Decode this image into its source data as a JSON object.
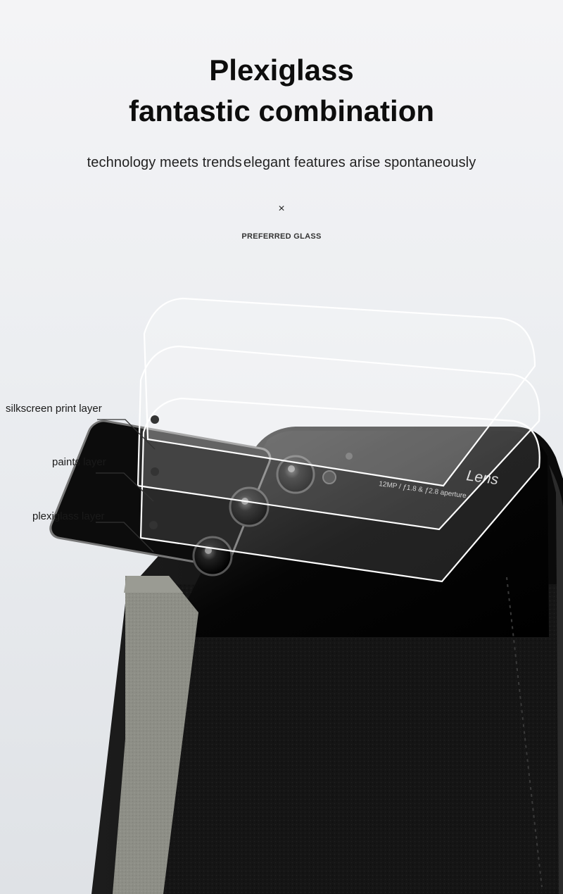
{
  "header": {
    "title_line1": "Plexiglass",
    "title_line2": "fantastic combination",
    "tagline_part1": "technology meets trends",
    "tagline_part2": "elegant features arise spontaneously",
    "separator": "×",
    "subcaption": "PREFERRED GLASS"
  },
  "layers": [
    {
      "label": "silkscreen print layer"
    },
    {
      "label": "paints layer"
    },
    {
      "label": "plexiglass layer"
    }
  ],
  "camera": {
    "lens_label": "Lens",
    "specs_text": "12MP / ƒ1.8 & ƒ2.8 aperture"
  },
  "colors": {
    "case_black": "#121212",
    "leather_gray": "#8d8e86",
    "glass_edge": "#ffffff",
    "text_dark": "#111111"
  }
}
